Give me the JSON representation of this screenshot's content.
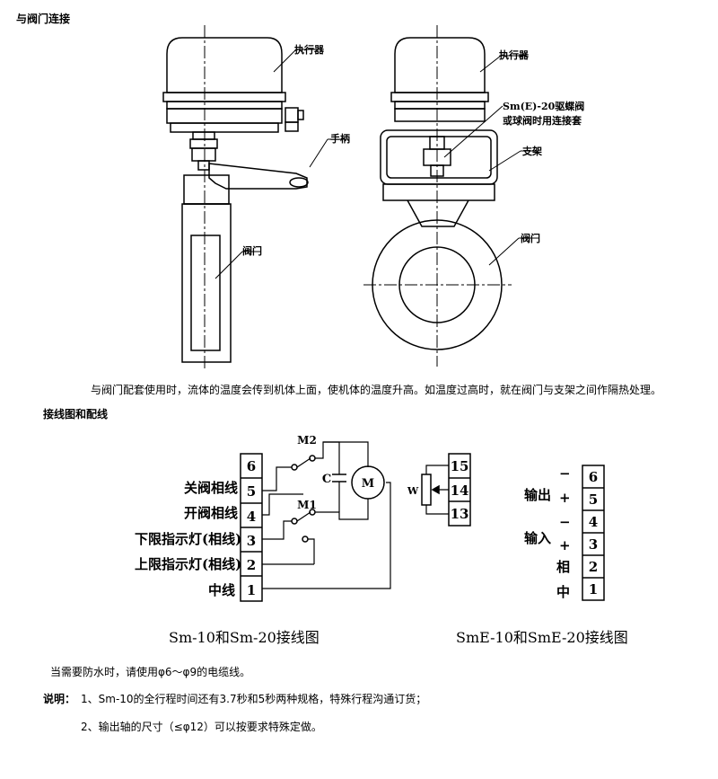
{
  "sections": {
    "valve_heading": "与阀门连接",
    "valve_note": "与阀门配套使用时，流体的温度会传到机体上面，使机体的温度升高。如温度过高时，就在阀门与支架之间作隔热处理。",
    "wiring_heading": "接线图和配线"
  },
  "left_drawing": {
    "actuator": "执行器",
    "handle": "手柄",
    "valve": "阀门"
  },
  "right_drawing": {
    "actuator": "执行器",
    "adapter_line1": "Sm(E)-20驱蝶阀",
    "adapter_line2": "或球阀时用连接套",
    "bracket": "支架",
    "valve": "阀门"
  },
  "wiring_left": {
    "terminals": [
      "6",
      "5",
      "4",
      "3",
      "2",
      "1"
    ],
    "labels": {
      "t5": "关阀相线",
      "t4": "开阀相线",
      "t3": "下限指示灯(相线)",
      "t2": "上限指示灯(相线)",
      "t1": "中线"
    },
    "switch_m2": "M2",
    "switch_m1": "M1",
    "capacitor": "C",
    "motor": "M",
    "caption": "Sm-10和Sm-20接线图"
  },
  "wiring_mid": {
    "terminals": [
      "15",
      "14",
      "13"
    ],
    "pot": "W"
  },
  "wiring_right": {
    "terminals": [
      "6",
      "5",
      "4",
      "3",
      "2",
      "1"
    ],
    "output": "输出",
    "input": "输入",
    "phase": "相",
    "neutral": "中",
    "minus": "−",
    "plus": "+",
    "caption": "SmE-10和SmE-20接线图"
  },
  "notes": {
    "waterproof": "当需要防水时，请使用φ6～φ9的电缆线。",
    "note_label": "说明：",
    "note1": "1、Sm-10的全行程时间还有3.7秒和5秒两种规格，特殊行程沟通订货；",
    "note2": "2、输出轴的尺寸（≤φ12）可以按要求特殊定做。"
  }
}
